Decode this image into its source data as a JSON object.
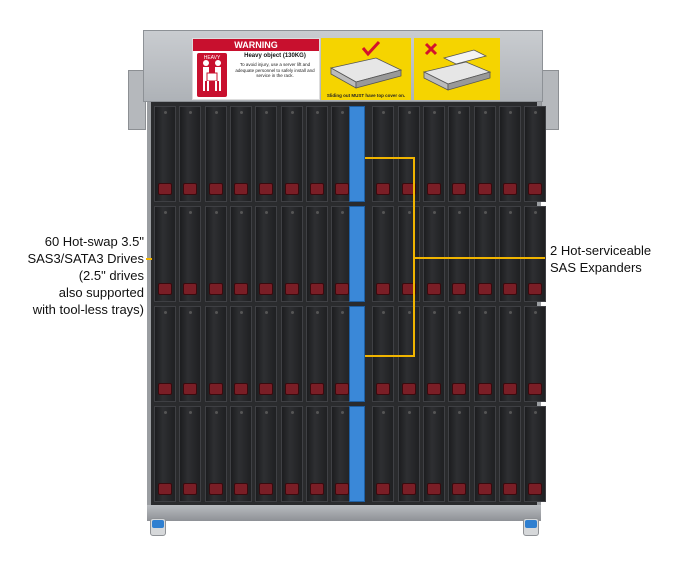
{
  "warning_label": {
    "title": "WARNING",
    "subtitle": "Heavy object (130KG)",
    "body": "To avoid injury, use a server lift and adequate personnel to safely install and service in the rack.",
    "figure_text": "HEAVY"
  },
  "slide_note": "Sliding out MUST have top cover on.",
  "drives": {
    "rows": 4,
    "columns": 15
  },
  "callout_left": {
    "lines": [
      "60 Hot-swap 3.5\"",
      "SAS3/SATA3 Drives",
      "(2.5\" drives",
      "also supported",
      "with tool-less trays)"
    ]
  },
  "callout_right": {
    "lines": [
      "2 Hot-serviceable",
      "SAS Expanders"
    ]
  },
  "colors": {
    "callout_line": "#f0b400",
    "warning_red": "#c8102e",
    "label_yellow": "#f5d400",
    "expander_blue": "#3a88d8",
    "drive_latch": "#7a1e26"
  }
}
